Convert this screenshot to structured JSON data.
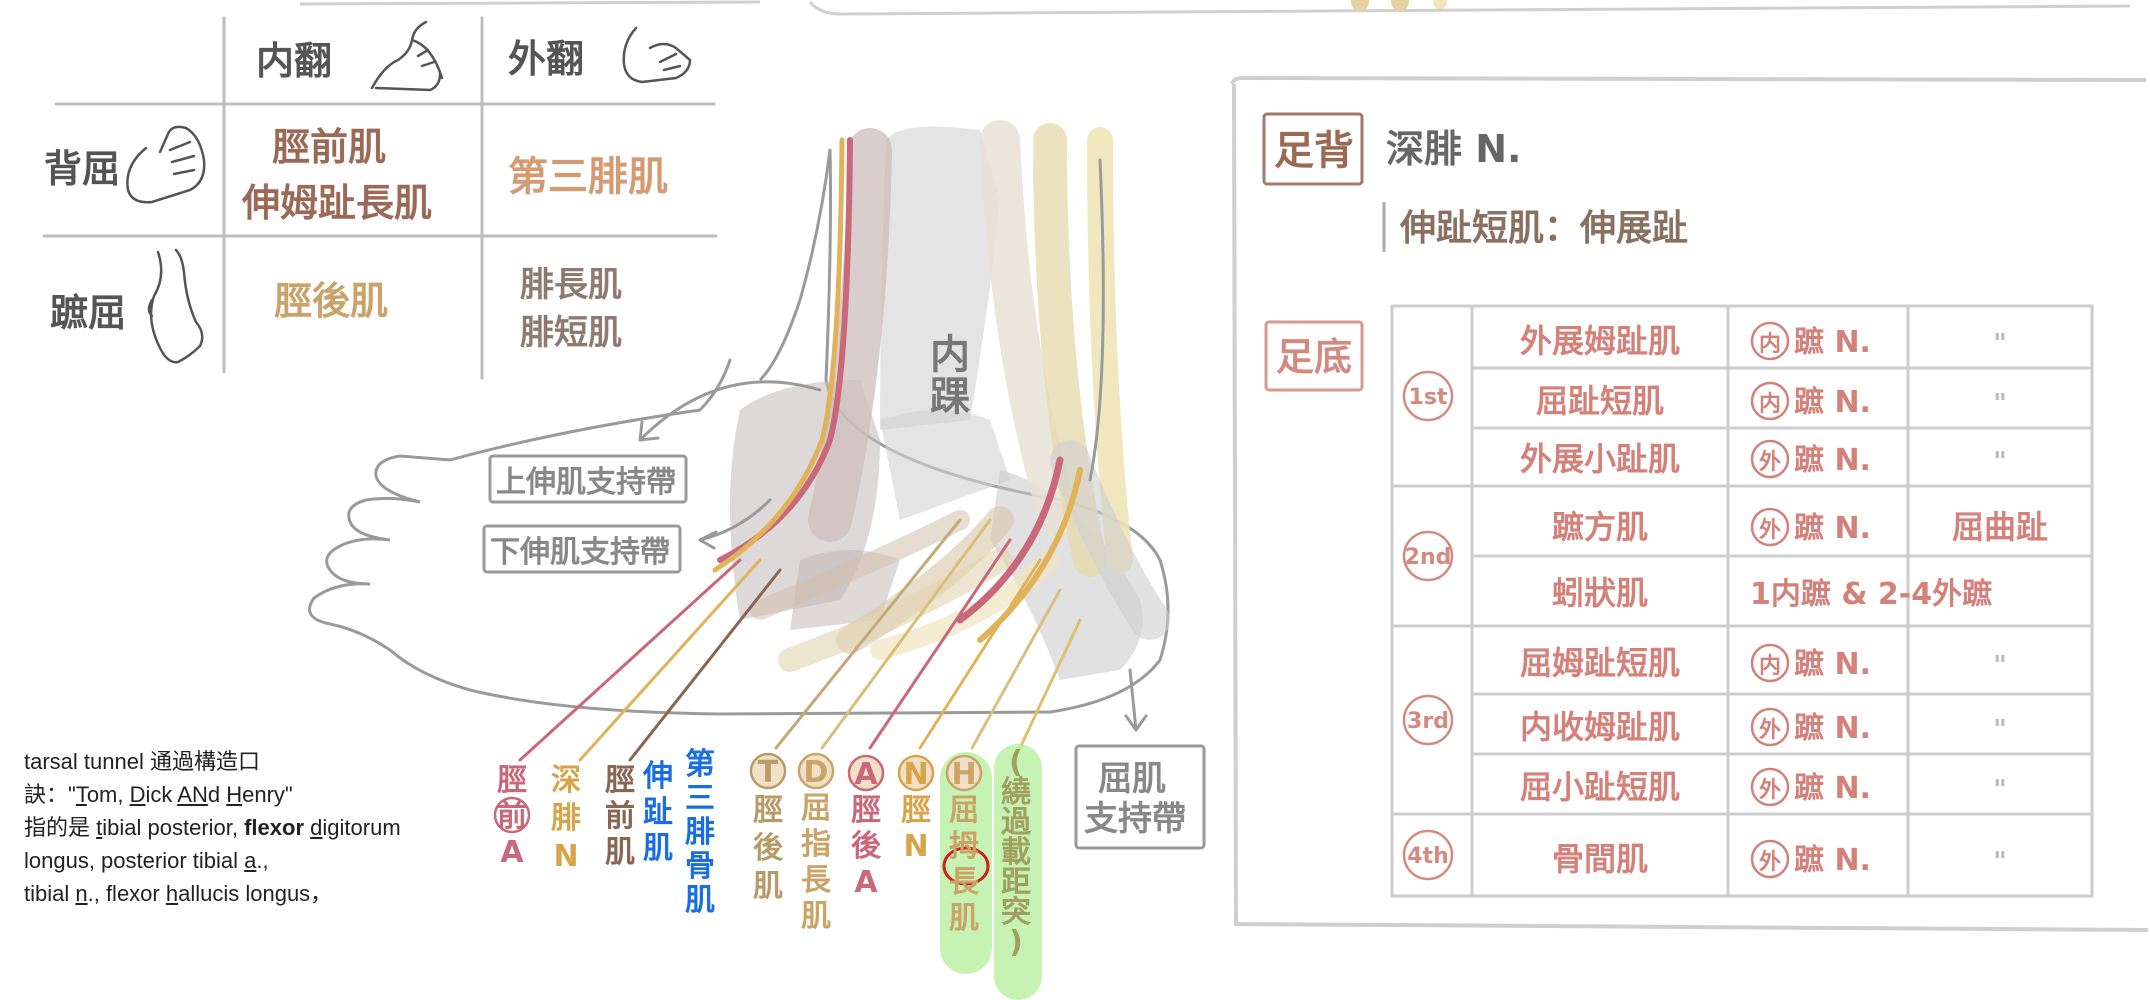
{
  "top_table": {
    "col_inversion": "内翻",
    "col_eversion": "外翻",
    "row_dorsiflexion": "背屈",
    "row_plantarflexion": "蹠屈",
    "cell_dorsi_inv_1": "脛前肌",
    "cell_dorsi_inv_2": "伸姆趾長肌",
    "cell_dorsi_ev": "第三腓肌",
    "cell_plantar_inv": "脛後肌",
    "cell_plantar_ev_1": "腓長肌",
    "cell_plantar_ev_2": "腓短肌"
  },
  "foot_diagram": {
    "malleolus_label": "内踝",
    "upper_retinaculum": "上伸肌支持帶",
    "lower_retinaculum": "下伸肌支持帶",
    "flexor_retinaculum": "屈肌支持帶",
    "bottom_labels": [
      {
        "chars": [
          "脛",
          "前",
          "A"
        ],
        "color": "#c8687a",
        "circled": 1
      },
      {
        "chars": [
          "深",
          "腓",
          "N"
        ],
        "color": "#d9a34a",
        "circled": -1
      },
      {
        "chars": [
          "脛",
          "前",
          "肌"
        ],
        "color": "#8a6552",
        "circled": -1
      },
      {
        "chars": [
          "伸",
          "趾",
          "肌"
        ],
        "color": "#1a6ee0",
        "circled": -1
      },
      {
        "chars": [
          "第",
          "三",
          "腓",
          "骨",
          "肌"
        ],
        "color": "#1a6ee0",
        "circled": -1
      },
      {
        "chars": [
          "T",
          "脛",
          "後",
          "肌"
        ],
        "color": "#b89a66",
        "circled": 0
      },
      {
        "chars": [
          "D",
          "屈",
          "指",
          "長",
          "肌"
        ],
        "color": "#c9a466",
        "circled": 0
      },
      {
        "chars": [
          "A",
          "脛",
          "後",
          "A"
        ],
        "color": "#c8687a",
        "circled": 0
      },
      {
        "chars": [
          "N",
          "脛",
          "N"
        ],
        "color": "#d9a34a",
        "circled": 0
      },
      {
        "chars": [
          "H",
          "屈",
          "拇",
          "長",
          "肌"
        ],
        "color": "#c9a466",
        "circled": 0
      },
      {
        "chars": [
          "(",
          "繞",
          "過",
          "載",
          "距",
          "突",
          ")"
        ],
        "color": "#a0a060",
        "circled": -1
      }
    ]
  },
  "mnemonic": {
    "line1": "tarsal tunnel 通過構造口",
    "line2_prefix": "訣：\"",
    "line2_T": "T",
    "line2_om": "om, ",
    "line2_D": "D",
    "line2_ick": "ick ",
    "line2_AN": "AN",
    "line2_d": "d ",
    "line2_H": "H",
    "line2_enry": "enry\"",
    "line3_prefix": "指的是 ",
    "line3_t": "t",
    "line3_ibial": "ibial posterior, ",
    "line3_flexor": "flexor",
    "line3_sp": " ",
    "line3_d": "d",
    "line3_igitorum": "igitorum",
    "line4_prefix": "longus, posterior tibial ",
    "line4_a": "a",
    "line4_suffix": ".,",
    "line5_prefix": "tibial ",
    "line5_n": "n",
    "line5_mid": "., flexor ",
    "line5_h": "h",
    "line5_suffix": "allucis longus，"
  },
  "right_panel": {
    "dorsum_tag": "足背",
    "dorsum_nerve": "深腓 N.",
    "dorsum_muscle": "伸趾短肌：伸展趾",
    "sole_tag": "足底",
    "layers": [
      {
        "label": "1st",
        "rows": [
          {
            "muscle": "外展姆趾肌",
            "nerve_circ": "内",
            "nerve": "蹠 N.",
            "action": "\""
          },
          {
            "muscle": "屈趾短肌",
            "nerve_circ": "内",
            "nerve": "蹠 N.",
            "action": "\""
          },
          {
            "muscle": "外展小趾肌",
            "nerve_circ": "外",
            "nerve": "蹠 N.",
            "action": "\""
          }
        ]
      },
      {
        "label": "2nd",
        "rows": [
          {
            "muscle": "蹠方肌",
            "nerve_circ": "外",
            "nerve": "蹠 N.",
            "action": "屈曲趾"
          },
          {
            "muscle": "蚓狀肌",
            "nerve_circ": "",
            "nerve": "1内蹠 & 2-4外蹠",
            "action": ""
          }
        ]
      },
      {
        "label": "3rd",
        "rows": [
          {
            "muscle": "屈姆趾短肌",
            "nerve_circ": "内",
            "nerve": "蹠 N.",
            "action": "\""
          },
          {
            "muscle": "内收姆趾肌",
            "nerve_circ": "外",
            "nerve": "蹠 N.",
            "action": "\""
          },
          {
            "muscle": "屈小趾短肌",
            "nerve_circ": "外",
            "nerve": "蹠 N.",
            "action": "\""
          }
        ]
      },
      {
        "label": "4th",
        "rows": [
          {
            "muscle": "骨間肌",
            "nerve_circ": "外",
            "nerve": "蹠 N.",
            "action": "\""
          }
        ]
      }
    ]
  }
}
